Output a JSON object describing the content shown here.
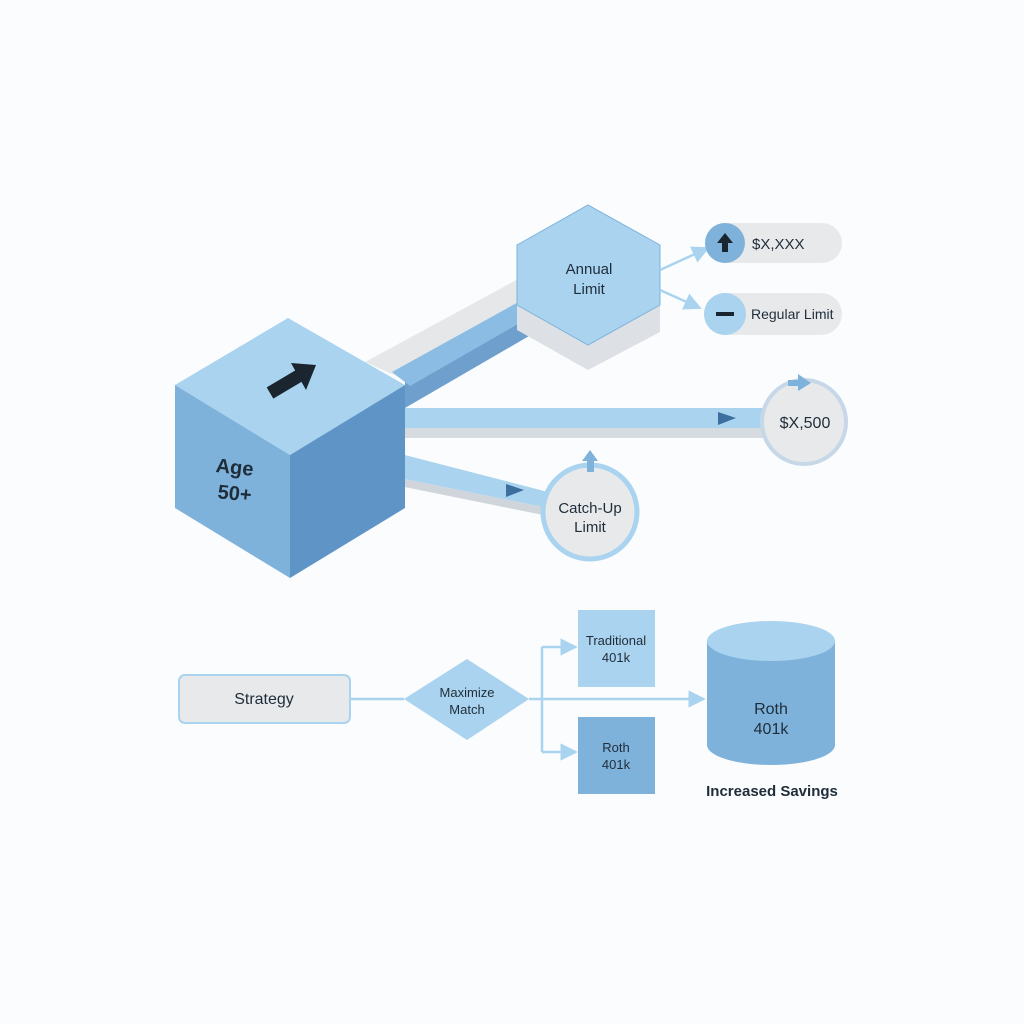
{
  "cube": {
    "line1": "Age",
    "line2": "50+",
    "icon": "arrow-up-right-icon"
  },
  "annual_limit": {
    "line1": "Annual",
    "line2": "Limit"
  },
  "pills": {
    "increased": {
      "label": "$X,XXX",
      "icon": "arrow-up-icon"
    },
    "regular": {
      "label": "Regular Limit",
      "icon": "minus-icon"
    }
  },
  "catchup_total": {
    "label": "$X,500"
  },
  "catchup_limit": {
    "line1": "Catch-Up",
    "line2": "Limit"
  },
  "strategy": {
    "start": "Strategy",
    "decision": {
      "line1": "Maximize",
      "line2": "Match"
    },
    "traditional": {
      "line1": "Traditional",
      "line2": "401k"
    },
    "roth_small": {
      "line1": "Roth",
      "line2": "401k"
    },
    "roth_db": {
      "line1": "Roth",
      "line2": "401k"
    },
    "caption": "Increased Savings"
  },
  "colors": {
    "light_blue": "#a9d3ef",
    "mid_blue": "#7fb2db",
    "dark_blue": "#5e95c6",
    "gray": "#e8e9eb",
    "ink": "#1f2d3a"
  }
}
